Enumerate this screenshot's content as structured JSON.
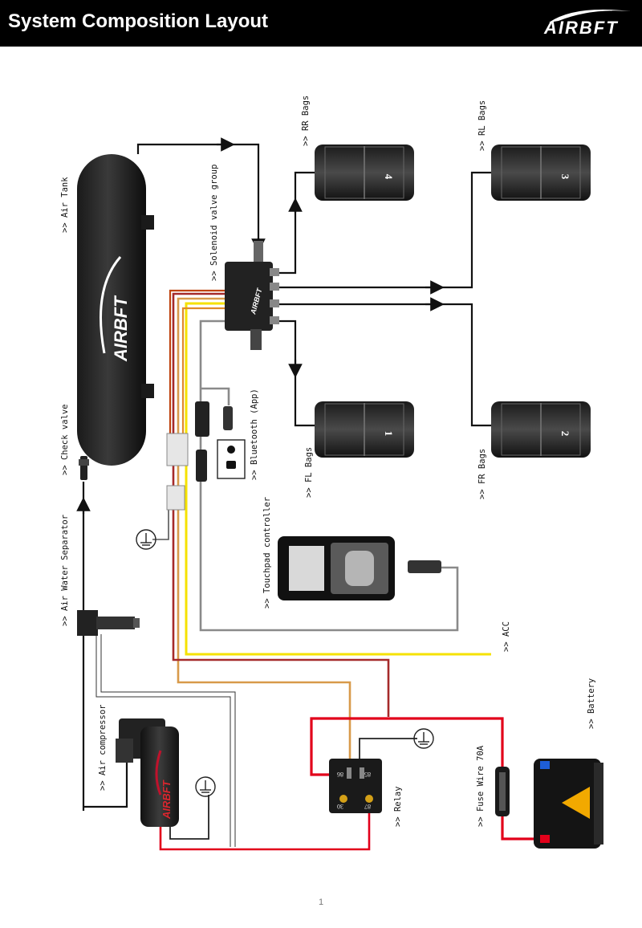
{
  "header": {
    "title": "System Composition Layout",
    "brand": "AIRBFT"
  },
  "labels": {
    "air_tank": ">> Air Tank",
    "check_valve": ">> Check valve",
    "air_water_separator": ">> Air Water Separator",
    "air_compressor": ">> Air compressor",
    "solenoid": ">> Solenoid valve group",
    "rr_bags": ">> RR Bags",
    "rl_bags": ">> RL Bags",
    "fl_bags": ">> FL Bags",
    "fr_bags": ">> FR Bags",
    "bluetooth": ">> Bluetooth (App)",
    "touchpad": ">> Touchpad controller",
    "acc": ">> ACC",
    "relay": ">> Relay",
    "fuse": ">> Fuse Wire 70A",
    "battery": ">> Battery"
  },
  "bag_numbers": {
    "rr": "4",
    "rl": "3",
    "fl": "1",
    "fr": "2"
  },
  "relay_pins": {
    "p86": "86",
    "p85": "85",
    "p30": "30",
    "p87": "87"
  },
  "tank_brand": "AIRBFT",
  "solenoid_brand": "AIRBFT",
  "compressor_brand": "AIRBFT",
  "page_number": "1",
  "colors": {
    "header_bg": "#000000",
    "air_line": "#111111",
    "power_wire": "#e2001a",
    "yellow_wire": "#f5e200",
    "orange_wire": "#d89a4a",
    "darkred_wire": "#a52a2a",
    "gray_wire": "#8a8a8a",
    "battery_warning": "#f2a900"
  },
  "icons": [
    "ground-icon",
    "apple-icon",
    "android-icon",
    "arrow-icon"
  ]
}
